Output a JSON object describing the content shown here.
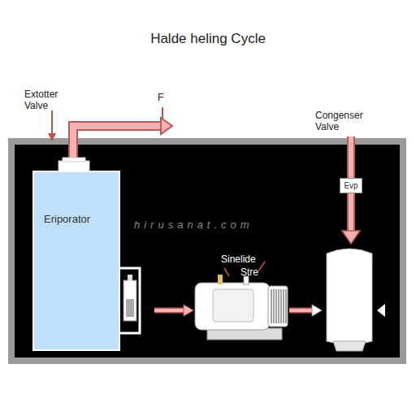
{
  "diagram": {
    "title": "Halde heling Cycle",
    "nodes": [
      {
        "text": [
          "Eriporator"
        ]
      },
      {
        "text": [
          "Evp"
        ]
      }
    ],
    "labels": [
      "Extotter Valve",
      "F",
      "Congenser Valve",
      "Sinelide",
      "Stre",
      "hirusanat.com"
    ]
  }
}
